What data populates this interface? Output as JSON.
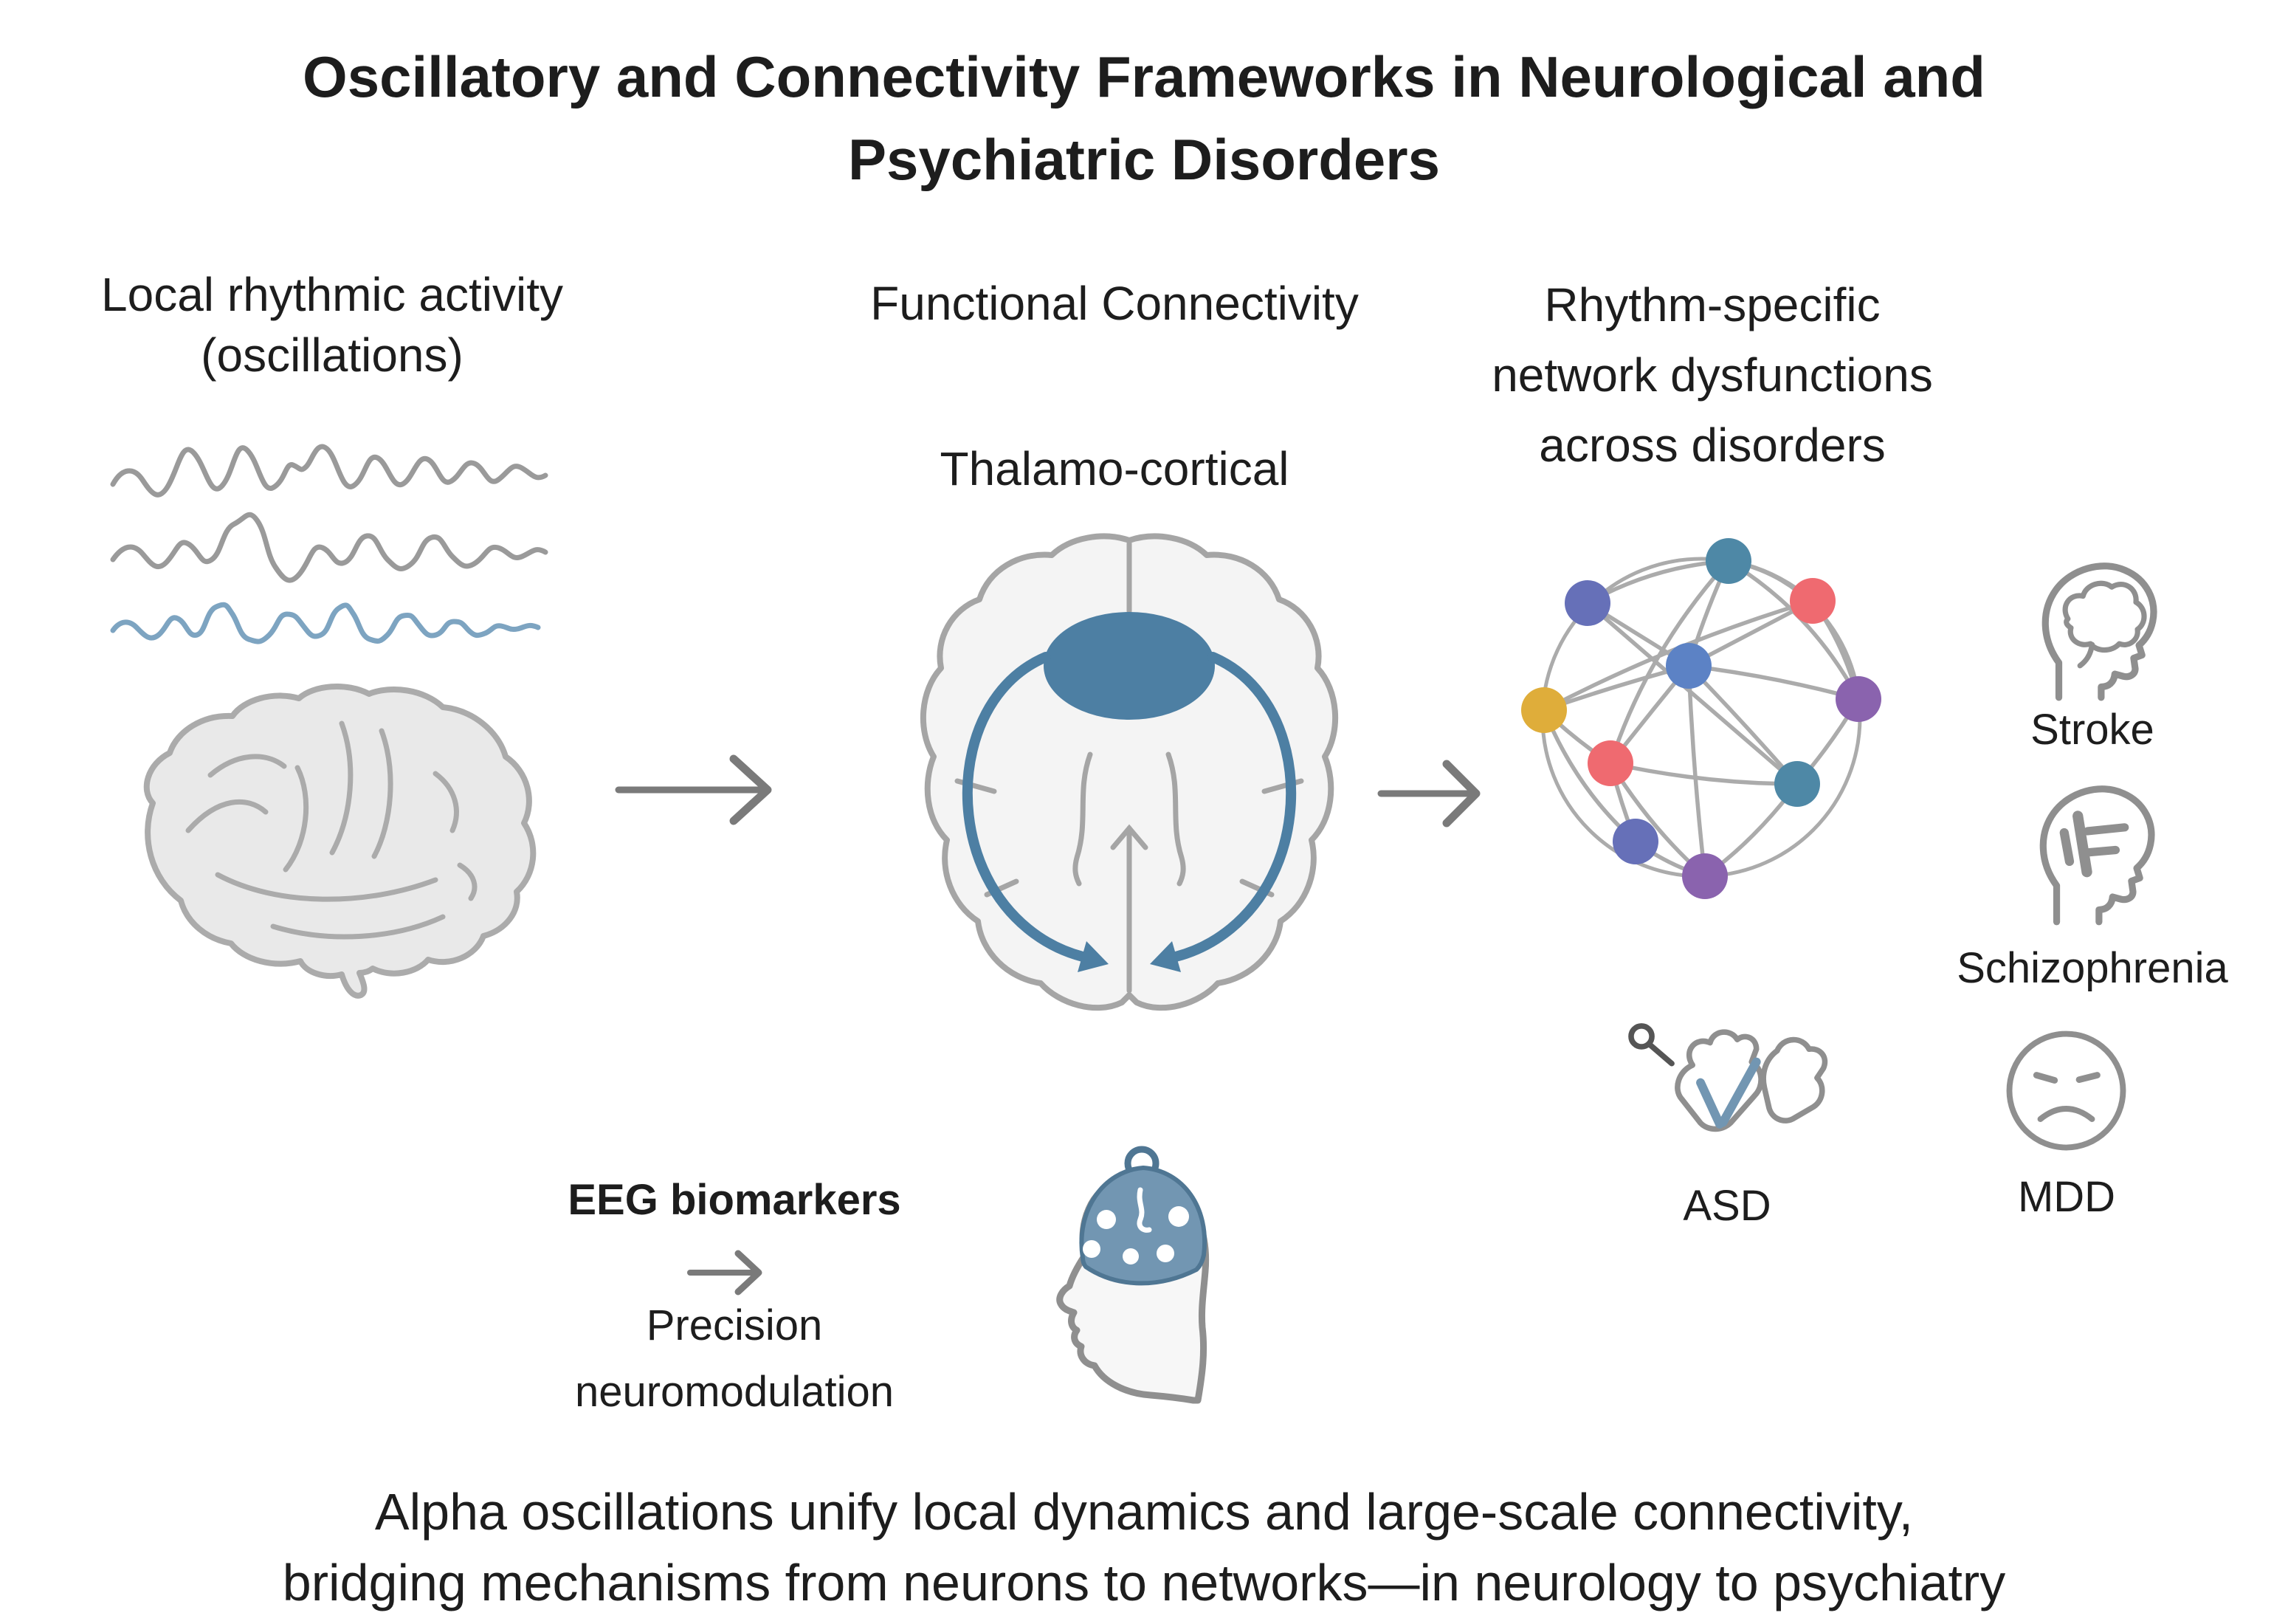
{
  "title": {
    "line1": "Oscillatory and Connectivity Frameworks in Neurological and",
    "line2": "Psychiatric Disorders"
  },
  "sections": {
    "local": {
      "heading_line1": "Local rhythmic activity",
      "heading_line2": "(oscillations)"
    },
    "connectivity": {
      "heading": "Functional Connectivity",
      "pathway_label": "Thalamo-cortical"
    },
    "network": {
      "heading_line1": "Rhythm-specific",
      "heading_line2": "network dysfunctions",
      "heading_line3": "across disorders"
    }
  },
  "disorders": {
    "stroke_label": "Stroke",
    "schizophrenia_label": "Schizophrenia",
    "asd_label": "ASD",
    "mdd_label": "MDD"
  },
  "eeg": {
    "biomarkers_label": "EEG biomarkers",
    "outcome_line1": "Precision",
    "outcome_line2": "neuromodulation"
  },
  "caption": {
    "line1": "Alpha oscillations unify local dynamics and large-scale connectivity,",
    "line2": "bridging mechanisms from neurons to networks—in neurology to psychiatry"
  },
  "colors": {
    "text": "#1d1d1d",
    "icon_gray": "#8f8f8f",
    "outline_gray": "#ababab",
    "brain_fill": "#e9e9e9",
    "topview_fill": "#f4f4f4",
    "steel_blue": "#4d7fa3",
    "wave_blue": "#7da4c1",
    "cap_blue": "#7296b2",
    "cap_outline": "#4f7693",
    "edge_gray": "#ababab",
    "arrow_gray": "#7a7a7a",
    "node_teal": "#4e88a6",
    "node_indigo": "#6670b8",
    "node_red": "#ef6a70",
    "node_yellow": "#dfad3a",
    "node_blue": "#5c82c5",
    "node_purple": "#8a63ae"
  }
}
